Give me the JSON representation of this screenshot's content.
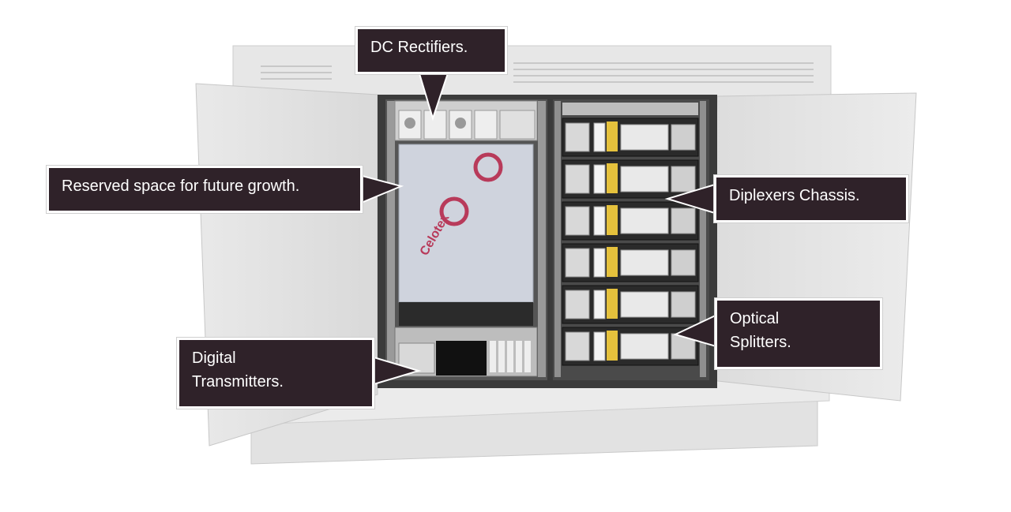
{
  "callouts": {
    "dc_rectifiers": "DC Rectifiers.",
    "reserved_space": "Reserved space for future growth.",
    "diplexers_chassis": "Diplexers Chassis.",
    "optical_splitters": [
      "Optical",
      "Splitters."
    ],
    "digital_transmitters": [
      "Digital",
      "Transmitters."
    ]
  },
  "insulation_board": {
    "brand": "Celotex"
  },
  "colors": {
    "callout_bg": "#2f2229",
    "cabinet": "#e6e6e6",
    "accent_yellow": "#e5c13c",
    "brand_red": "#b83a5a"
  },
  "diplexer_chassis_count": 6
}
